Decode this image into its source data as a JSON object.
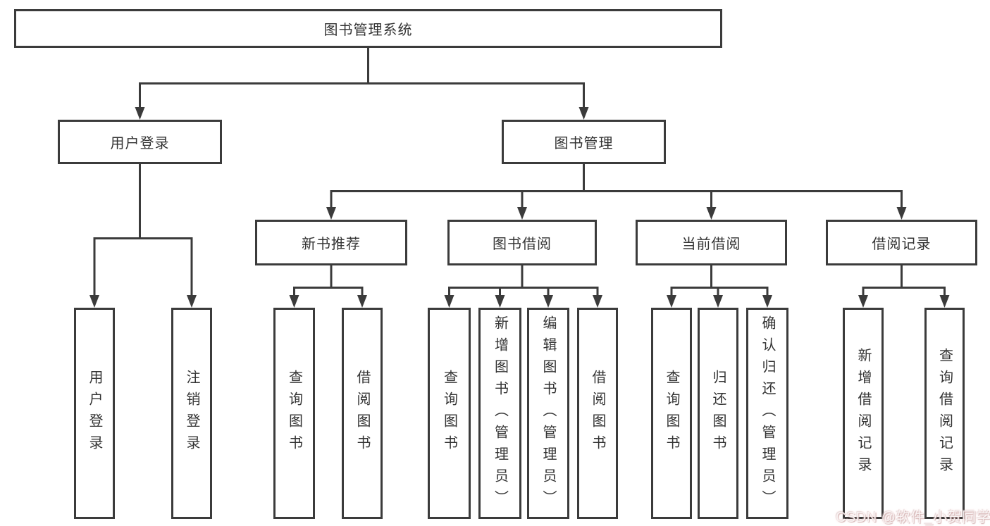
{
  "diagram": {
    "nodes": {
      "root": "图书管理系统",
      "branches": [
        "用户登录",
        "图书管理"
      ],
      "modules": [
        "新书推荐",
        "图书借阅",
        "当前借阅",
        "借阅记录"
      ],
      "leaves": [
        "用户登录",
        "注销登录",
        "查询图书",
        "借阅图书",
        "查询图书",
        "新增图书（管理员）",
        "编辑图书（管理员）",
        "借阅图书",
        "查询图书",
        "归还图书",
        "确认归还（管理员）",
        "新增借阅记录",
        "查询借阅记录"
      ]
    },
    "colors": {
      "line": "#3b3b3b",
      "border": "#3b3b3b",
      "text": "#333333",
      "background": "#ffffff"
    }
  },
  "watermark": "CSDN @软件_小贺同学"
}
